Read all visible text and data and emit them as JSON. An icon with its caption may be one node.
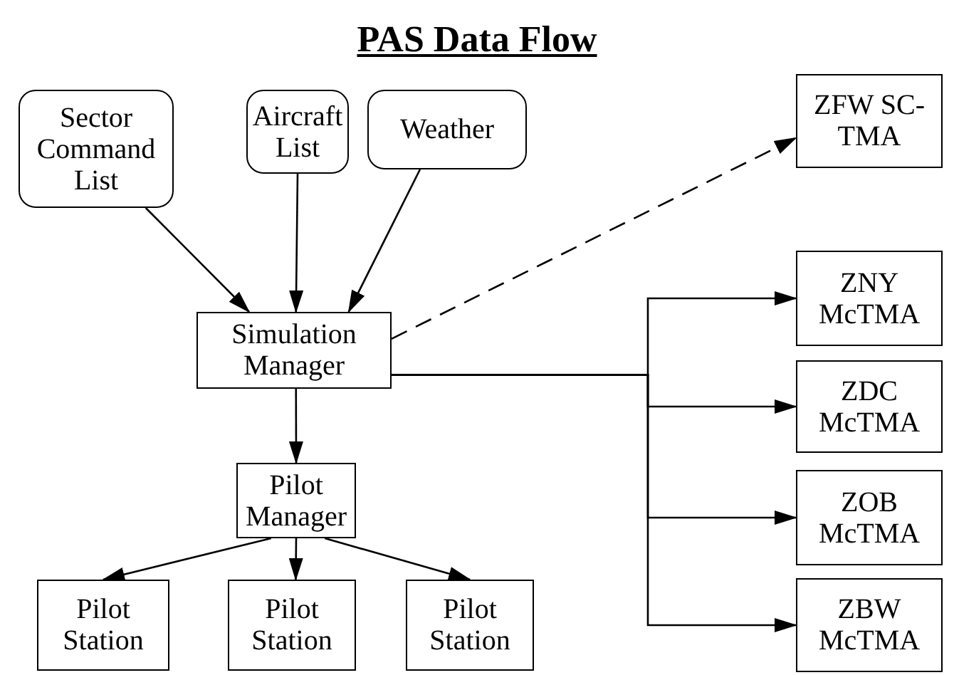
{
  "diagram": {
    "title": "PAS Data Flow",
    "nodes": [
      {
        "text": [
          "Sector Command List"
        ]
      },
      {
        "text": [
          "Aircraft List"
        ]
      },
      {
        "text": [
          "Weather"
        ]
      },
      {
        "text": [
          "Simulation Manager"
        ]
      },
      {
        "text": [
          "Pilot Manager"
        ]
      },
      {
        "text": [
          "Pilot Station"
        ]
      },
      {
        "text": [
          "Pilot Station"
        ]
      },
      {
        "text": [
          "Pilot Station"
        ]
      },
      {
        "text": [
          "ZFW SC-TMA"
        ]
      },
      {
        "text": [
          "ZNY McTMA"
        ]
      },
      {
        "text": [
          "ZDC McTMA"
        ]
      },
      {
        "text": [
          "ZOB McTMA"
        ]
      },
      {
        "text": [
          "ZBW McTMA"
        ]
      }
    ],
    "edges": [
      {
        "from": 0,
        "to": 3,
        "arrow": "to"
      },
      {
        "from": 1,
        "to": 3,
        "arrow": "to"
      },
      {
        "from": 2,
        "to": 3,
        "arrow": "to"
      },
      {
        "from": 3,
        "to": 8,
        "arrow": "to",
        "style": "dashed"
      },
      {
        "from": 3,
        "to": 9,
        "arrow": "to"
      },
      {
        "from": 3,
        "to": 10,
        "arrow": "to"
      },
      {
        "from": 3,
        "to": 11,
        "arrow": "to"
      },
      {
        "from": 3,
        "to": 12,
        "arrow": "to"
      },
      {
        "from": 3,
        "to": 4,
        "arrow": "to"
      },
      {
        "from": 4,
        "to": 5,
        "arrow": "to"
      },
      {
        "from": 4,
        "to": 6,
        "arrow": "to"
      },
      {
        "from": 4,
        "to": 7,
        "arrow": "to"
      }
    ]
  }
}
